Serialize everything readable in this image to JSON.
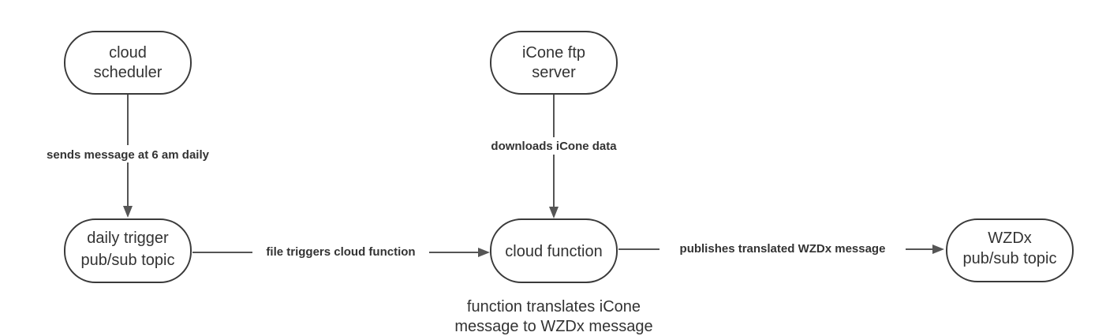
{
  "nodes": {
    "scheduler": {
      "line1": "cloud",
      "line2": "scheduler"
    },
    "ftp": {
      "line1": "iCone ftp",
      "line2": "server"
    },
    "trigger": {
      "line1": "daily trigger",
      "line2": "pub/sub topic"
    },
    "function": {
      "line1": "cloud function"
    },
    "wzdx": {
      "line1": "WZDx",
      "line2": "pub/sub topic"
    }
  },
  "edges": {
    "scheduler_to_trigger": "sends message at 6 am daily",
    "ftp_to_function": "downloads iCone data",
    "trigger_to_function": "file triggers cloud function",
    "function_to_wzdx": "publishes translated WZDx message"
  },
  "note": {
    "line1": "function translates iCone",
    "line2": "message to WZDx message"
  }
}
